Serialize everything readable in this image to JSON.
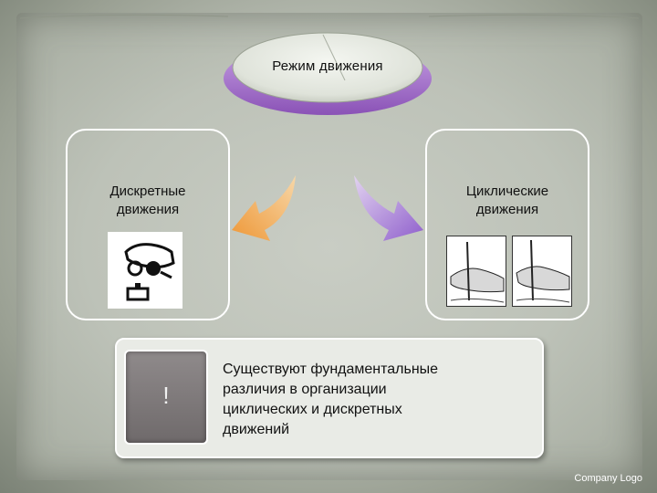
{
  "title": "Режим движения",
  "left_box": {
    "label_line1": "Дискретные",
    "label_line2": "движения",
    "image": "hand-pressing-button"
  },
  "right_box": {
    "label_line1": "Циклические",
    "label_line2": "движения",
    "images": [
      "hand-writing-pen",
      "hand-writing-pen"
    ]
  },
  "note": {
    "symbol": "!",
    "line1": "Существуют фундаментальные",
    "line2": "различия в организации",
    "line3": "циклических и дискретных",
    "line4": "движений"
  },
  "footer": {
    "company_logo": "Company Logo"
  },
  "colors": {
    "oval_purple": "#a36fc9",
    "arrow_left": "#f0a04b",
    "arrow_right": "#9a6fd0",
    "background": "#6f766b"
  }
}
